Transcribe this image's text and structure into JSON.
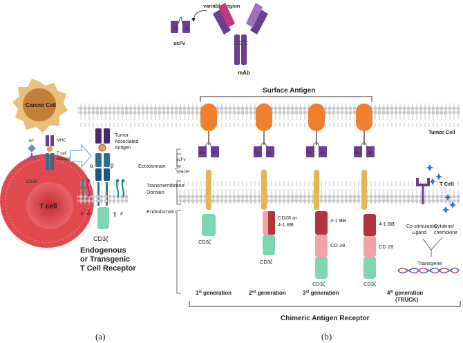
{
  "top": {
    "variable_region": "variable region",
    "scfv": "scFv",
    "mab": "mAb",
    "vh": "V",
    "vl": "V",
    "h_sub": "H",
    "l_sub": "L"
  },
  "left": {
    "cancer_cell": "Cancer Cell",
    "t_cell": "T cell",
    "b7": "B7",
    "cd28": "CD28",
    "mhc": "MHC",
    "tcr": "T cell\nReceptor",
    "tcr_line1": "T cell",
    "tcr_line2": "Receptor",
    "taa_line1": "Tumor",
    "taa_line2": "Associated",
    "taa_line3": "Antigen",
    "alpha": "α",
    "beta": "β",
    "eps1": "ε",
    "delta": "δ",
    "gamma": "γ",
    "eps2": "ε",
    "cd3z": "CD3ζ",
    "title_line1": "Endogenous",
    "title_line2": "or Transgenic",
    "title_line3": "T Cell Receptor"
  },
  "right": {
    "surface_antigen": "Surface Antigen",
    "tumor_cell": "Tumor Cell",
    "t_cell": "T Cell",
    "scfv": "scFv",
    "spacer": "spacer",
    "ectodomain": "Ectodomain",
    "tm_line1": "Transmembrene",
    "tm_line2": "Domain",
    "endodomain": "Endodomain",
    "cd3z": "CD3ζ",
    "cd28_or_line1": "CD28 or",
    "cd28_or_line2": "4-1 BB",
    "bb41": "4-1 BB",
    "cd28": "CD 28",
    "costim_line1": "Co-stimulatory",
    "costim_line2": "Ligand",
    "cyto_line1": "Cytokine/",
    "cyto_line2": "chemokine",
    "transgene": "Transgene",
    "gen1_num": "1",
    "gen2_num": "2",
    "gen3_num": "3",
    "gen4_num": "4",
    "gen1_sup": "st",
    "gen2_sup": "nd",
    "gen3_sup": "rd",
    "gen4_sup": "th",
    "gen_word": " generation",
    "truck": "(TRUCK)",
    "car": "Chimeric Antigen Receptor"
  },
  "panel_labels": {
    "a": "(a)",
    "b": "(b)"
  },
  "colors": {
    "purple": "#6b3f8f",
    "purple_light": "#a070c0",
    "magenta": "#c0397f",
    "orange": "#f07f2e",
    "stalk": "#e8b45a",
    "cd3z": "#7fd6b3",
    "red": "#b3353c",
    "pink": "#f3a3a6",
    "blue_tcr": "#2c6f93",
    "membrane": "#cfcfcf",
    "cancer": "#e9c07a",
    "tcell": "#e04a4f"
  }
}
